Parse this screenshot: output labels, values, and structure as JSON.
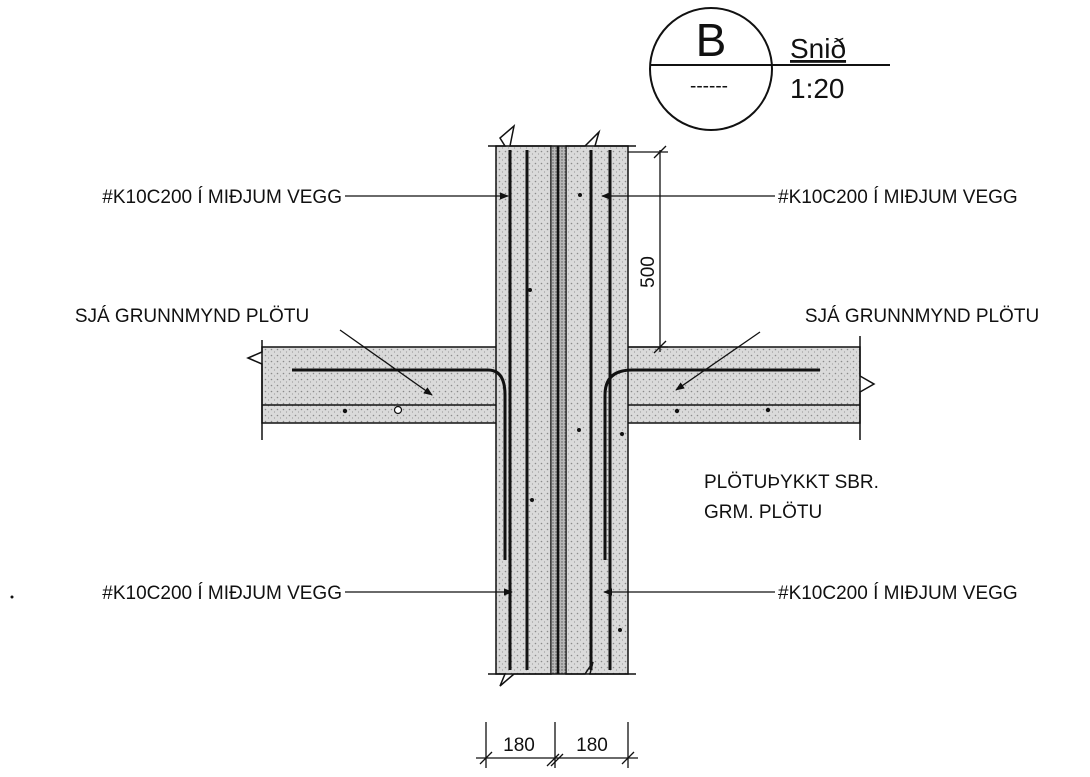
{
  "section_marker": {
    "letter": "B",
    "sheet_ref": "------",
    "title": "Snið",
    "scale": "1:20"
  },
  "annotations": {
    "rebar_upper_left": "#K10C200 Í MIÐJUM VEGG",
    "rebar_upper_right": "#K10C200 Í MIÐJUM VEGG",
    "slab_left": "SJÁ GRUNNMYND PLÖTU",
    "slab_right": "SJÁ GRUNNMYND PLÖTU",
    "slab_thickness_line1": "PLÖTUÞYKKT SBR.",
    "slab_thickness_line2": "GRM. PLÖTU",
    "rebar_lower_left": "#K10C200 Í MIÐJUM VEGG",
    "rebar_lower_right": "#K10C200 Í MIÐJUM VEGG"
  },
  "dimensions": {
    "vertical_500": "500",
    "wall_left_180": "180",
    "wall_right_180": "180"
  },
  "colors": {
    "line": "#111111",
    "concrete_fill": "#d4d4d4",
    "insulation_fill": "#b0b0b0"
  }
}
